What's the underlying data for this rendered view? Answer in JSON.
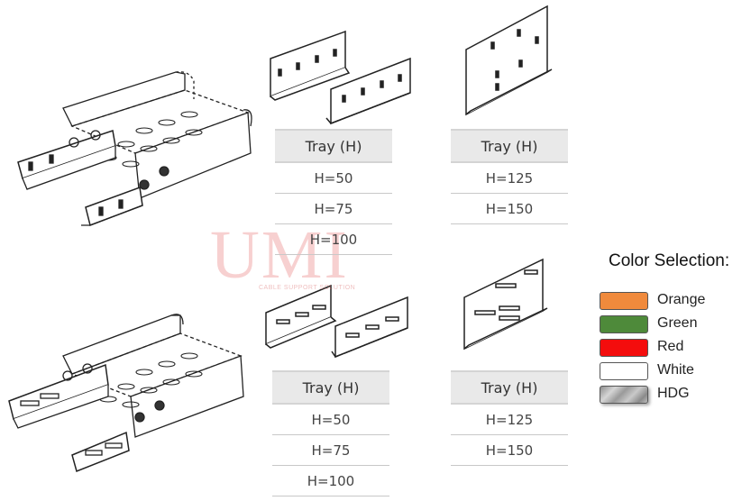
{
  "tables": [
    {
      "header": "Tray (H)",
      "rows": [
        "H=50",
        "H=75",
        "H=100"
      ]
    },
    {
      "header": "Tray (H)",
      "rows": [
        "H=125",
        "H=150"
      ]
    },
    {
      "header": "Tray (H)",
      "rows": [
        "H=50",
        "H=75",
        "H=100"
      ]
    },
    {
      "header": "Tray (H)",
      "rows": [
        "H=125",
        "H=150"
      ]
    }
  ],
  "legend": {
    "title": "Color Selection:",
    "items": [
      {
        "label": "Orange",
        "color": "#f08a3c"
      },
      {
        "label": "Green",
        "color": "#4e8a3a"
      },
      {
        "label": "Red",
        "color": "#f40d0d"
      },
      {
        "label": "White",
        "color": "#ffffff"
      },
      {
        "label": "HDG",
        "color": "#a9a9a9"
      }
    ]
  },
  "watermark": {
    "text": "UMI",
    "subtext": "CABLE SUPPORT SOLUTION"
  }
}
